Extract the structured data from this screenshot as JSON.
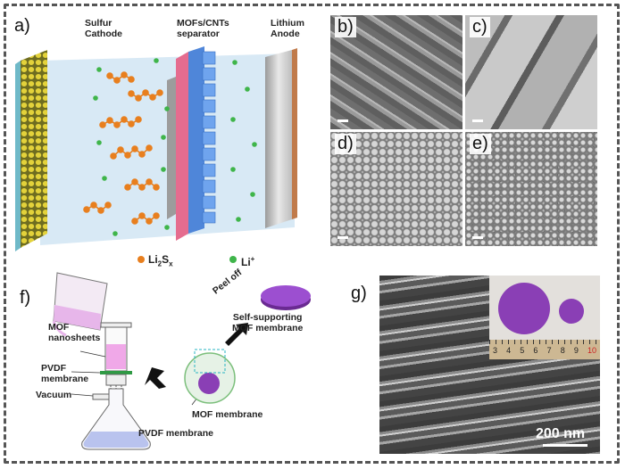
{
  "panels": {
    "a": {
      "label": "a)",
      "sulfur_cathode": [
        "Sulfur",
        "Cathode"
      ],
      "separator": [
        "MOFs/CNTs",
        "separator"
      ],
      "lithium_anode": [
        "Lithium",
        "Anode"
      ],
      "legend_li2sx_base": "Li",
      "legend_li2sx_sub1": "2",
      "legend_li2sx_mid": "S",
      "legend_li2sx_sub2": "x",
      "legend_li_base": "Li",
      "legend_li_sup": "+"
    },
    "b": {
      "label": "b)"
    },
    "c": {
      "label": "c)"
    },
    "d": {
      "label": "d)"
    },
    "e": {
      "label": "e)"
    },
    "f": {
      "label": "f)",
      "peel_off": "Peel off",
      "mof_nanosheets": [
        "MOF",
        "nanosheets"
      ],
      "pvdf_left": [
        "PVDF",
        "membrane"
      ],
      "vacuum": "Vacuum",
      "self_supporting": [
        "Self-supporting",
        "MOF membrane"
      ],
      "mof_membrane": "MOF membrane",
      "pvdf_bottom": "PVDF membrane"
    },
    "g": {
      "label": "g)",
      "scale_label": "200 nm",
      "ruler_numbers": [
        "3",
        "4",
        "5",
        "6",
        "7",
        "8",
        "9",
        "10"
      ]
    }
  },
  "colors": {
    "li2sx": "#e87f1e",
    "li_ion": "#3fb54a",
    "mof_purple": "#8a3fb5",
    "separator_blue": "#4f86d9",
    "separator_pink": "#e56c8f",
    "cathode_yellow": "#c9b52a"
  }
}
